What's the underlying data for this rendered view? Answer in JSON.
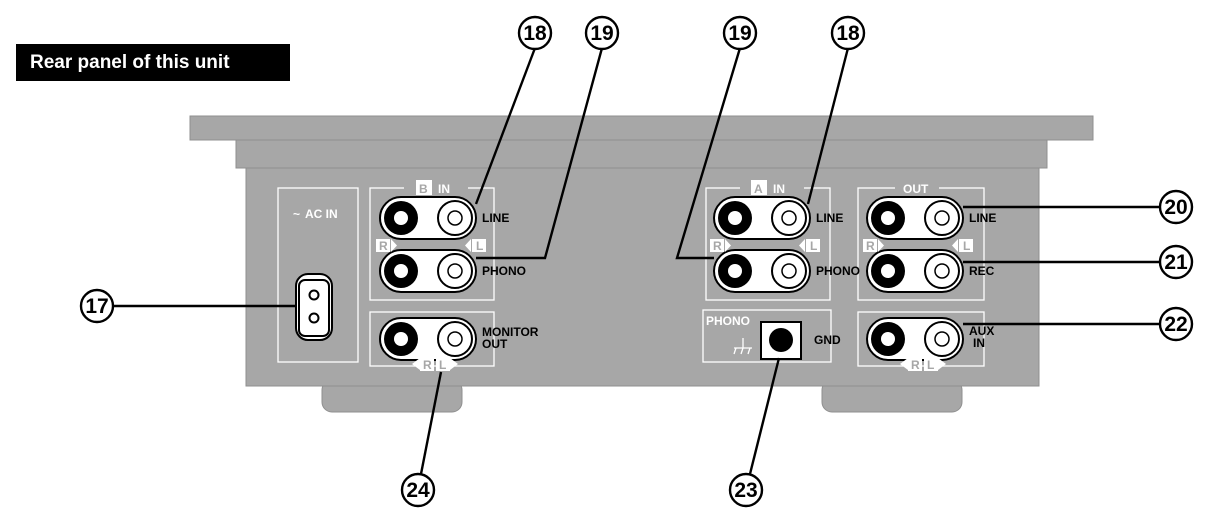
{
  "title": "Rear panel of this unit",
  "panel": {
    "ac_in": "AC IN",
    "ac_symbol": "~",
    "group_b": {
      "badge": "B",
      "word": "IN"
    },
    "group_a": {
      "badge": "A",
      "word": "IN"
    },
    "group_out": {
      "word": "OUT"
    },
    "line": "LINE",
    "phono": "PHONO",
    "rec": "REC",
    "monitor_1": "MONITOR",
    "monitor_2": "OUT",
    "aux_1": "AUX",
    "aux_2": "IN",
    "phono_gnd_title": "PHONO",
    "gnd": "GND",
    "r": "R",
    "l": "L"
  },
  "callouts": {
    "n17": "17",
    "n18a": "18",
    "n19a": "19",
    "n19b": "19",
    "n18b": "18",
    "n20": "20",
    "n21": "21",
    "n22": "22",
    "n23": "23",
    "n24": "24"
  },
  "colors": {
    "panel": "#a7a7a7",
    "edge": "#8f8f8f",
    "line": "#ffffff",
    "callout": "#000000"
  }
}
